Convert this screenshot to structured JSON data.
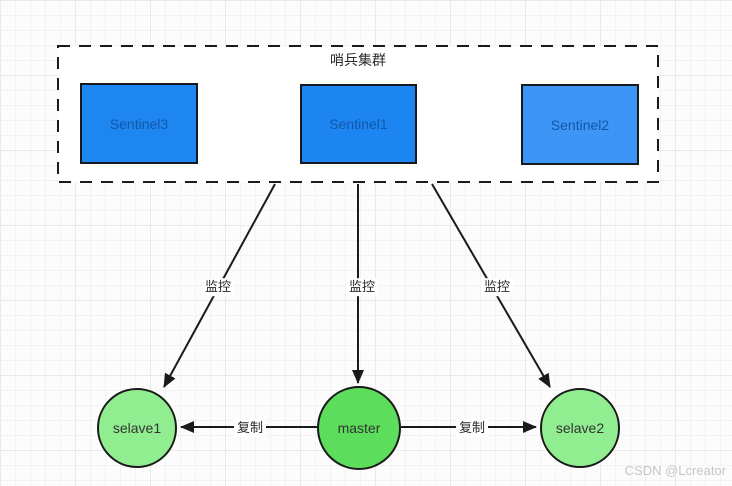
{
  "cluster": {
    "title": "哨兵集群",
    "sentinels": [
      {
        "id": "sentinel3",
        "label": "Sentinel3",
        "fill": "#1e86f0",
        "text_color": "#1257a8"
      },
      {
        "id": "sentinel1",
        "label": "Sentinel1",
        "fill": "#1c85f2",
        "text_color": "#1257a8"
      },
      {
        "id": "sentinel2",
        "label": "Sentinel2",
        "fill": "#3d96f5",
        "text_color": "#1257a8"
      }
    ]
  },
  "nodes": [
    {
      "id": "selave1",
      "label": "selave1",
      "fill": "#90ee90"
    },
    {
      "id": "master",
      "label": "master",
      "fill": "#5cdd5c"
    },
    {
      "id": "selave2",
      "label": "selave2",
      "fill": "#90ee90"
    }
  ],
  "edges": {
    "monitor": [
      {
        "from": "sentinel-cluster",
        "to": "selave1",
        "label": "监控"
      },
      {
        "from": "sentinel-cluster",
        "to": "master",
        "label": "监控"
      },
      {
        "from": "sentinel-cluster",
        "to": "selave2",
        "label": "监控"
      }
    ],
    "replicate": [
      {
        "from": "master",
        "to": "selave1",
        "label": "复制"
      },
      {
        "from": "master",
        "to": "selave2",
        "label": "复制"
      }
    ]
  },
  "watermark": {
    "text": "CSDN @Lcreator"
  },
  "colors": {
    "arrow": "#1a1a1a",
    "dashed_border": "#1a1a1a",
    "grid_line": "#ececec",
    "background": "#fcfcfc"
  }
}
